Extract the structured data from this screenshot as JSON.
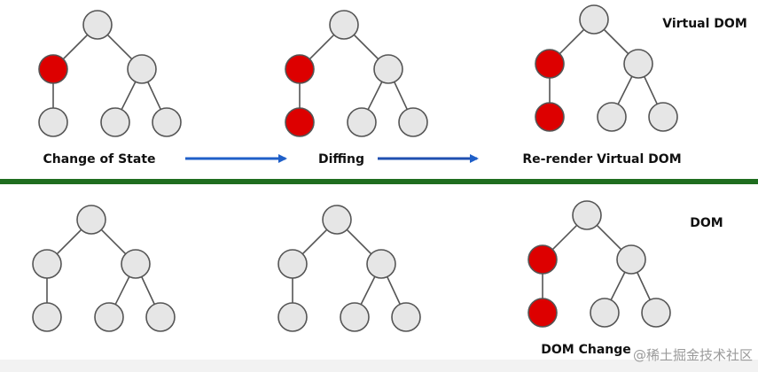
{
  "title_virtual": "Virtual DOM",
  "title_dom": "DOM",
  "steps": [
    "Change of State",
    "Diffing",
    "Re-render Virtual DOM"
  ],
  "dom_change": "DOM Change",
  "watermark": "@稀土掘金技术社区",
  "colors": {
    "node_fill": "#e6e6e6",
    "node_stroke": "#555555",
    "changed_fill": "#dd0000",
    "arrow": "#1f5fc8",
    "divider": "#1f6d1f",
    "text": "#111111"
  },
  "diagrams": [
    {
      "row": "virtual",
      "stage": 1,
      "changed_nodes": [
        "left-child"
      ]
    },
    {
      "row": "virtual",
      "stage": 2,
      "changed_nodes": [
        "left-child",
        "left-leaf"
      ]
    },
    {
      "row": "virtual",
      "stage": 3,
      "changed_nodes": [
        "left-child",
        "left-leaf"
      ]
    },
    {
      "row": "dom",
      "stage": 1,
      "changed_nodes": []
    },
    {
      "row": "dom",
      "stage": 2,
      "changed_nodes": []
    },
    {
      "row": "dom",
      "stage": 3,
      "changed_nodes": [
        "left-child",
        "left-leaf"
      ]
    }
  ]
}
